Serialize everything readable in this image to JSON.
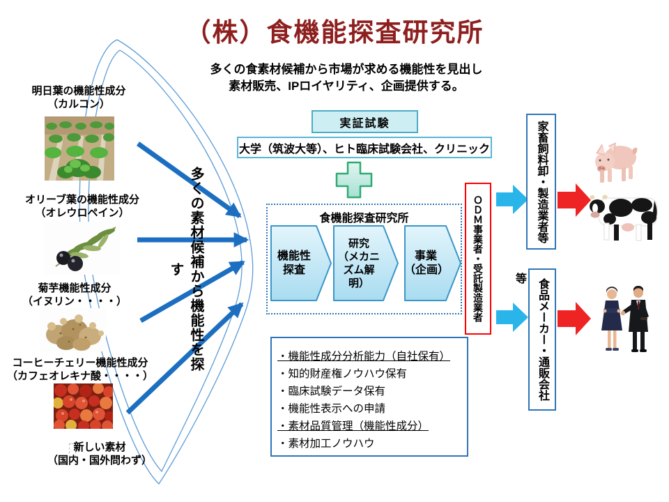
{
  "slide": {
    "title": "（株）食機能探査研究所",
    "mission_line1": "多くの食素材候補から市場が求める機能性を見出し",
    "mission_line2": "素材販売、IPロイヤリティ、企画提供する。"
  },
  "funnel": {
    "caption": "多くの素材候補から機能性を探す"
  },
  "ingredients": [
    {
      "name": "明日葉の機能性成分",
      "detail": "（カルコン）",
      "image": "ashitaba-field-photo"
    },
    {
      "name": "オリーブ葉の機能性成分",
      "detail": "（オレウロペイン）",
      "image": "olive-branch-photo"
    },
    {
      "name": "菊芋機能性成分",
      "detail": "（イヌリン・・・・）",
      "image": "jerusalem-artichoke-photo"
    },
    {
      "name": "コーヒーチェリー機能性成分",
      "detail": "（カフェオレキナ酸・・・・）",
      "image": "coffee-cherry-photo"
    },
    {
      "name": "新しい素材",
      "detail": "（国内・国外問わず）",
      "image": null
    }
  ],
  "validation": {
    "label": "実証試験",
    "partners": "大学（筑波大等）、ヒト臨床試験会社、クリニック"
  },
  "institute": {
    "name": "食機能探査研究所",
    "steps": [
      {
        "label": "機能性\n探査"
      },
      {
        "label": "研究\n（メカニ\nズム解\n明）"
      },
      {
        "label": "事業\n（企画）"
      }
    ]
  },
  "capabilities": [
    {
      "text": "・機能性成分分析能力（自社保有）",
      "underlined": true
    },
    {
      "text": "・知的財産権ノウハウ保有",
      "underlined": false
    },
    {
      "text": "・臨床試験データ保有",
      "underlined": false
    },
    {
      "text": "・機能性表示への申請",
      "underlined": false
    },
    {
      "text": "・素材品質管理（機能性成分）",
      "underlined": true
    },
    {
      "text": "・素材加工ノウハウ",
      "underlined": false
    }
  ],
  "odm": {
    "label": "ＯＤＭ事業者・受託製造業者"
  },
  "customers": {
    "livestock_label": "家畜飼料卸・製造業者等",
    "etc_label": "等",
    "food_label": "食品メーカー・通販会社"
  },
  "images": {
    "left_column": [
      "ashitaba-field-photo",
      "olive-branch-photo",
      "jerusalem-artichoke-photo",
      "coffee-cherry-photo"
    ],
    "right_column": [
      "pig-photo",
      "cow-photo",
      "business-people-photo"
    ]
  },
  "colors": {
    "title_red": "#8e1f1f",
    "funnel_outline_blue": "#5b9bd5",
    "thick_arrow_blue": "#1c6fc0",
    "block_arrow_cyan": "#29b4ea",
    "block_arrow_red": "#ee2424",
    "box_border_blue": "#2e75b6",
    "odm_border_red": "#ff0000",
    "validation_fill": "#cdeef3",
    "validation_border": "#4bacc6",
    "chevron_fill": "#bfe6f5",
    "plus_green_border": "#2faa72",
    "plus_fill": "#c9efe7"
  }
}
